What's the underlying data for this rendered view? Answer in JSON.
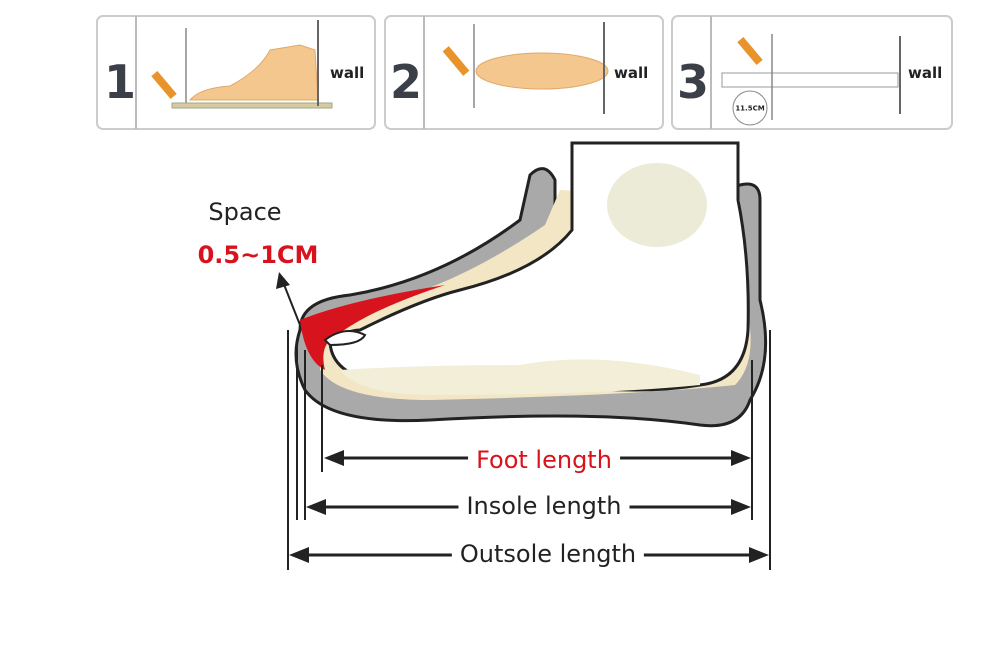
{
  "steps": [
    {
      "number": "1",
      "wall_label": "wall"
    },
    {
      "number": "2",
      "wall_label": "wall"
    },
    {
      "number": "3",
      "wall_label": "wall",
      "ruler_reading": "11.5CM"
    }
  ],
  "space": {
    "label": "Space",
    "value": "0.5~1CM"
  },
  "measurements": {
    "foot_length": "Foot length",
    "insole_length": "Insole length",
    "outsole_length": "Outsole length"
  },
  "colors": {
    "accent_red": "#d7131d",
    "sole_gray": "#a9a9a9",
    "foot_skin": "#f2e6c4"
  }
}
